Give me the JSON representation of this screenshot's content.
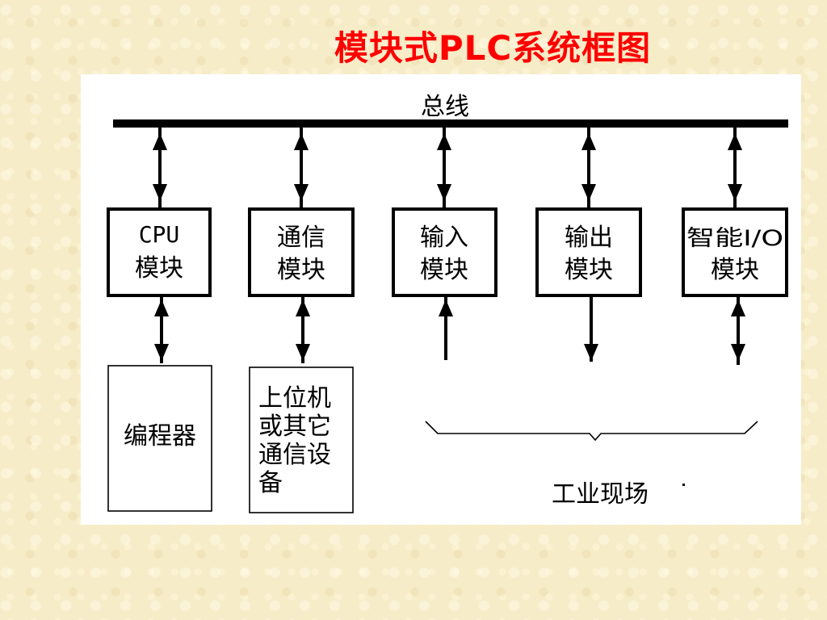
{
  "title": "模块式PLC系统框图",
  "bus_label": "总线",
  "modules": [
    {
      "line1": "CPU",
      "line2": "模块"
    },
    {
      "line1": "通信",
      "line2": "模块"
    },
    {
      "line1": "输入",
      "line2": "模块"
    },
    {
      "line1": "输出",
      "line2": "模块"
    },
    {
      "line1": "智能I/O",
      "line2": "模块"
    }
  ],
  "devices": {
    "programmer": "编程器",
    "host": [
      "上位机",
      "或其它",
      "通信设",
      "备"
    ]
  },
  "field_label": "工业现场"
}
